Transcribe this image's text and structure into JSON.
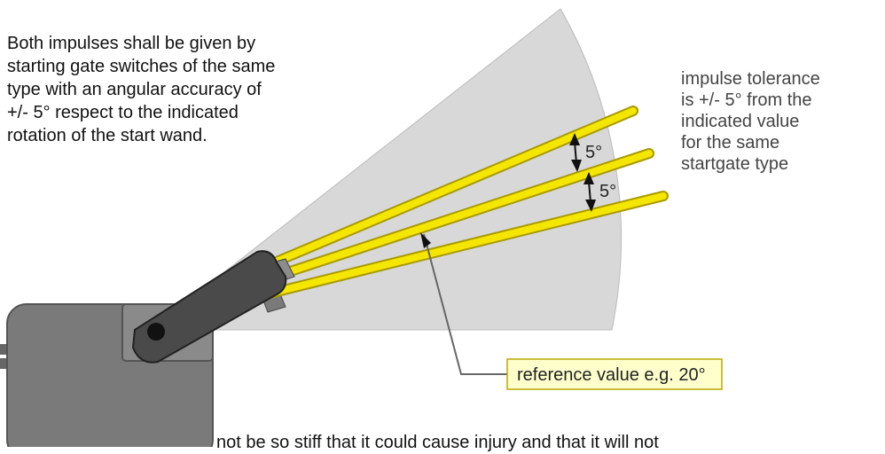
{
  "description_text": {
    "lines": [
      "Both impulses shall be given by",
      "starting gate switches of the same",
      "type with an angular accuracy of",
      "+/- 5° respect to the indicated",
      "rotation of the start wand."
    ]
  },
  "tolerance_note": {
    "lines": [
      "impulse tolerance",
      "is +/- 5° from the",
      "indicated value",
      "for the same",
      "startgate type"
    ]
  },
  "angle_labels": [
    "5°",
    "5°"
  ],
  "reference_label": "reference value e.g. 20°",
  "bottom_fragment": "not be so stiff that it could cause injury and that it will not",
  "colors": {
    "sector_fill": "#d8d8d8",
    "wand_yellow": "#f5e600",
    "wand_outline": "#a89a00",
    "housing": "#7a7a7a",
    "handle": "#4a4a4a",
    "label_box": "#ffffcc"
  }
}
